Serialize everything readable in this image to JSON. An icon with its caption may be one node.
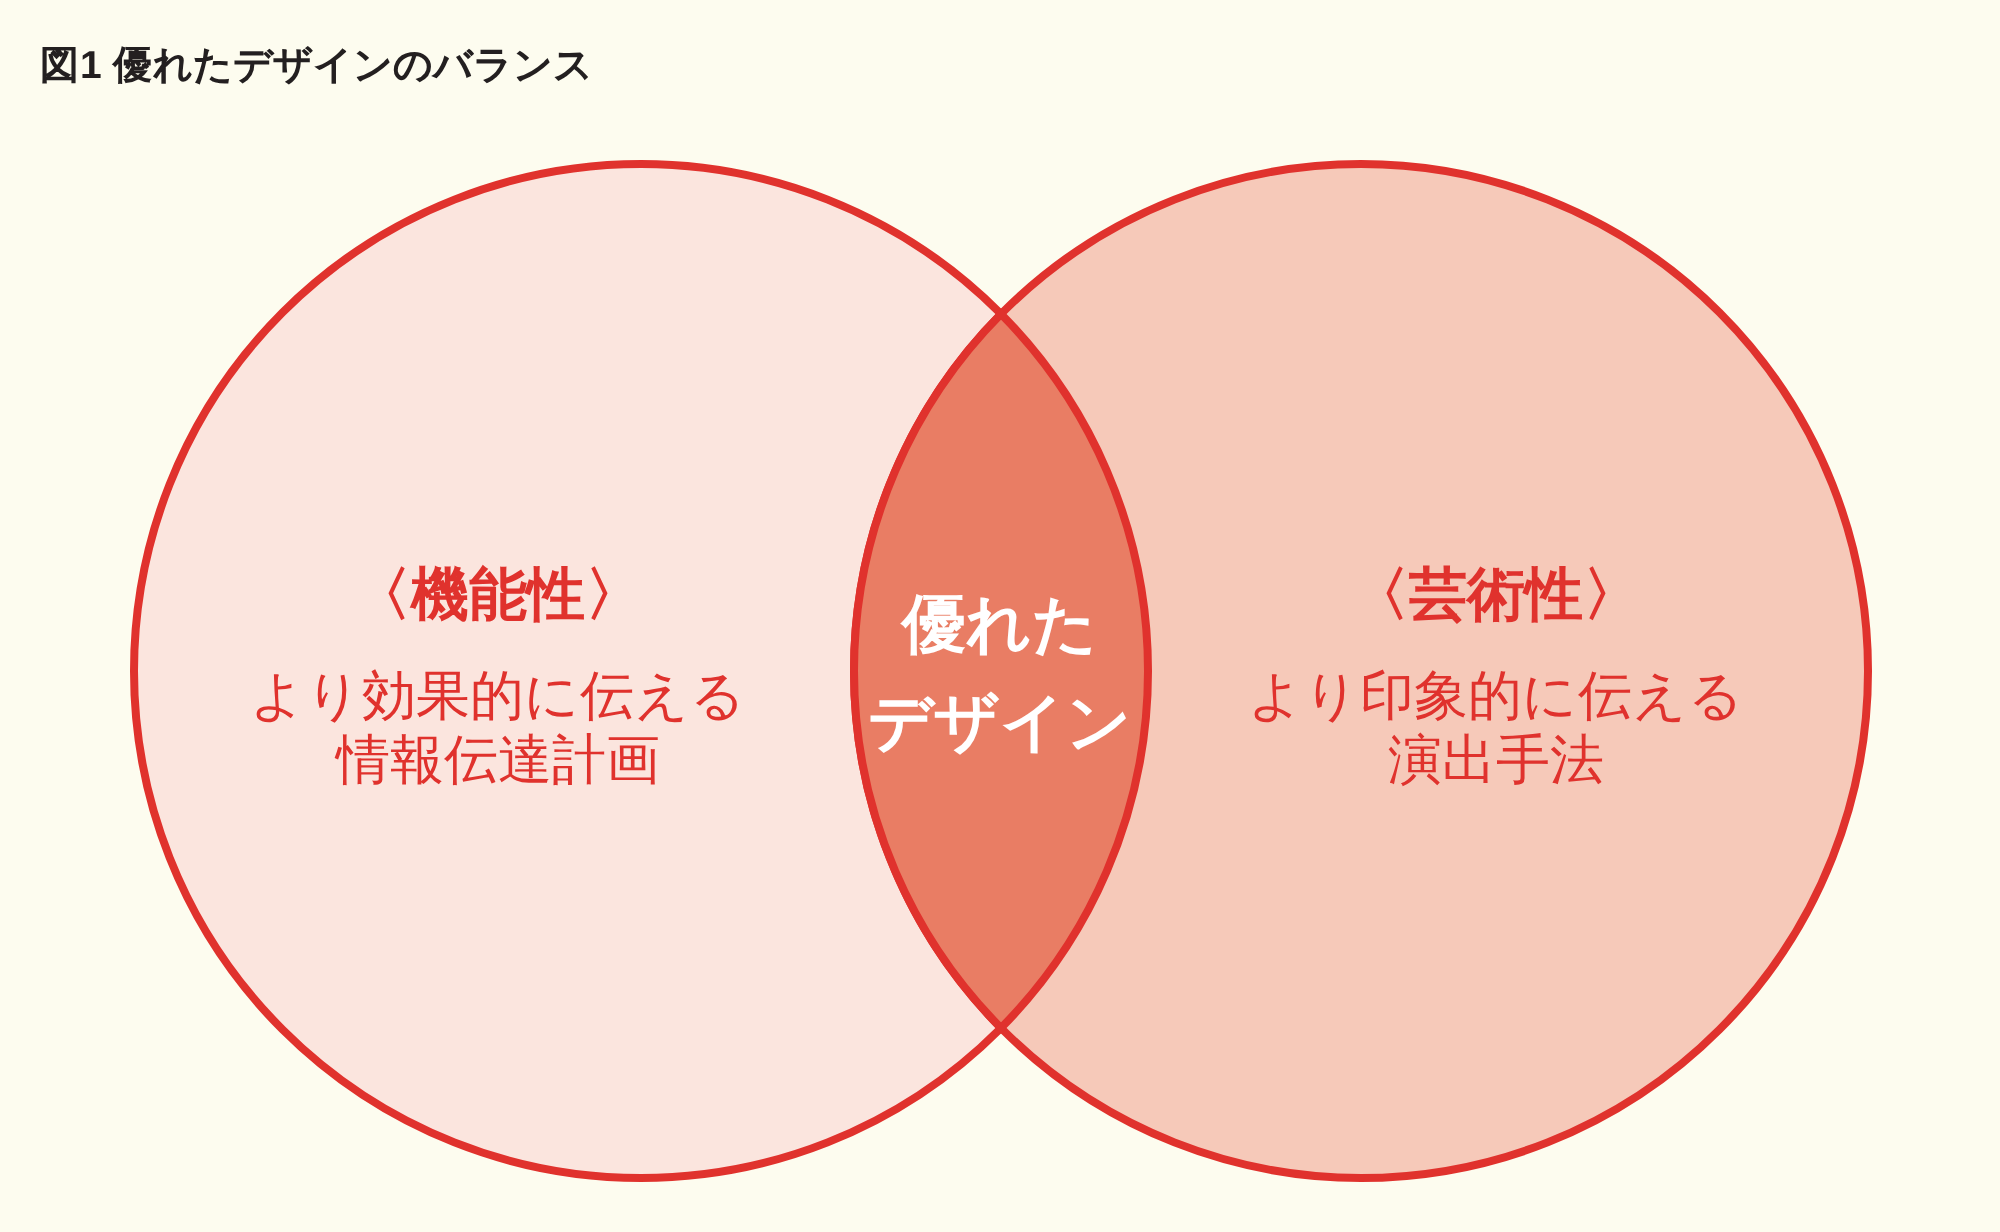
{
  "diagram": {
    "title": "図1 優れたデザインのバランス",
    "nodes": [
      {
        "text": [
          "〈機能性〉",
          "より効果的に伝える情報伝達計画"
        ]
      },
      {
        "text": [
          "優れたデザイン"
        ]
      },
      {
        "text": [
          "〈芸術性〉",
          "より印象的に伝える演出手法"
        ]
      }
    ]
  }
}
